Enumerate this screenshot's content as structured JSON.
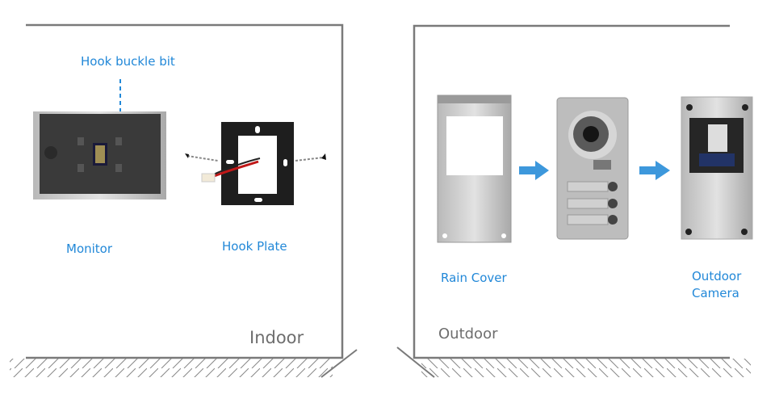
{
  "indoor": {
    "zone_label": "Indoor",
    "hook_buckle_label": "Hook buckle bit",
    "monitor_label": "Monitor",
    "hook_plate_label": "Hook Plate"
  },
  "outdoor": {
    "zone_label": "Outdoor",
    "rain_cover_label": "Rain Cover",
    "outdoor_camera_label_line1": "Outdoor",
    "outdoor_camera_label_line2": "Camera"
  },
  "colors": {
    "label_blue": "#2288d8",
    "arrow_blue": "#3d98dc",
    "wall_gray": "#7a7a7a"
  }
}
